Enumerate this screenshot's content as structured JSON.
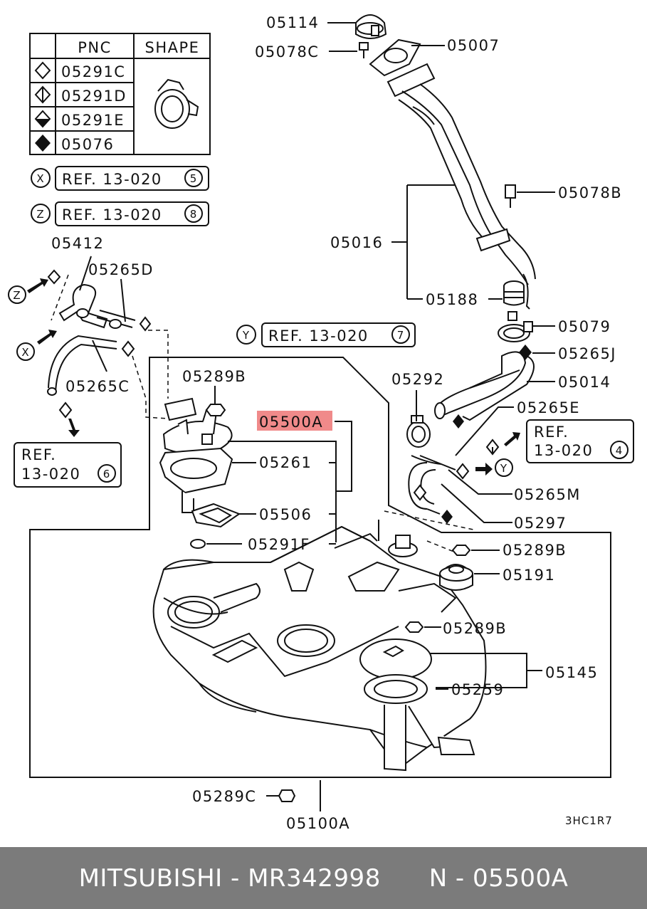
{
  "legend_table": {
    "headers": [
      "PNC",
      "SHAPE"
    ],
    "rows": [
      {
        "symbol": "diamond-outline",
        "pnc": "05291C"
      },
      {
        "symbol": "diamond-half-line",
        "pnc": "05291D"
      },
      {
        "symbol": "diamond-bottom-filled",
        "pnc": "05291E"
      },
      {
        "symbol": "diamond-filled",
        "pnc": "05076"
      }
    ]
  },
  "refs": [
    {
      "marker": "X",
      "text": "REF. 13-020",
      "num": "5"
    },
    {
      "marker": "Z",
      "text": "REF. 13-020",
      "num": "8"
    },
    {
      "marker": "Y",
      "text": "REF. 13-020",
      "num": "7"
    }
  ],
  "ref_box_left": {
    "line1": "REF.",
    "line2": "13-020",
    "num": "6"
  },
  "ref_box_right": {
    "line1": "REF.",
    "line2": "13-020",
    "num": "4"
  },
  "arrow_markers": [
    "Z",
    "X",
    "Y"
  ],
  "parts": {
    "p05114": "05114",
    "p05078C": "05078C",
    "p05007": "05007",
    "p05078B": "05078B",
    "p05016": "05016",
    "p05188": "05188",
    "p05079": "05079",
    "p05265J": "05265J",
    "p05014": "05014",
    "p05265E": "05265E",
    "p05292": "05292",
    "p05265M": "05265M",
    "p05297": "05297",
    "p05412": "05412",
    "p05265D": "05265D",
    "p05265C": "05265C",
    "p05289B_1": "05289B",
    "p05500A": "05500A",
    "p05261": "05261",
    "p05506": "05506",
    "p05291F": "05291F",
    "p05289B_2": "05289B",
    "p05191": "05191",
    "p05289B_3": "05289B",
    "p05145": "05145",
    "p05259": "05259",
    "p05289C": "05289C",
    "p05100A": "05100A"
  },
  "diagram_code": "3HC1R7",
  "highlight_color": "#f08a8a",
  "footer": {
    "brand_part": "MITSUBISHI - MR342998",
    "pnc": "N - 05500A"
  }
}
